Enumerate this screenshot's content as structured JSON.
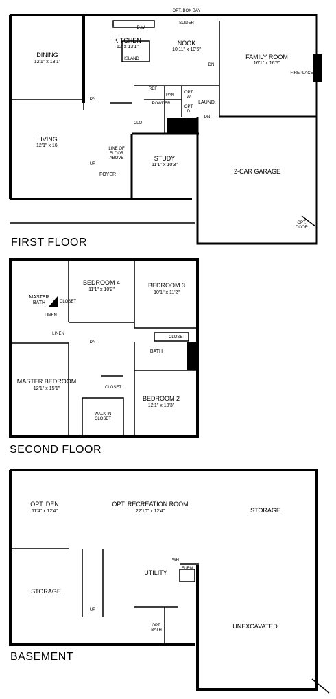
{
  "first_floor": {
    "title": "FIRST FLOOR",
    "opt_box_bay": "OPT. BOX BAY",
    "slider": "SLIDER",
    "dw": "D.W.",
    "kitchen": {
      "name": "KITCHEN",
      "dims": "12' x 13'1\""
    },
    "island": "ISLAND",
    "nook": {
      "name": "NOOK",
      "dims": "10'11\" x 10'6\""
    },
    "dining": {
      "name": "DINING",
      "dims": "12'1\" x 13'1\""
    },
    "family_room": {
      "name": "FAMILY ROOM",
      "dims": "16'1\" x 16'5\""
    },
    "fireplace": "FIREPLACE",
    "dn_family": "DN",
    "ref": "REF",
    "pan": "PAN",
    "powder": "POWDER",
    "opt_w": "OPT\nW",
    "opt_d": "OPT\nD",
    "laund": "LAUND.",
    "dn_laund": "DN",
    "dn_stair": "DN",
    "clo": "CLO",
    "living": {
      "name": "LIVING",
      "dims": "12'1\" x 16'"
    },
    "line_of_floor_above": "LINE OF\nFLOOR\nABOVE",
    "up": "UP",
    "study": {
      "name": "STUDY",
      "dims": "11'1\" x 10'3\""
    },
    "foyer": "FOYER",
    "garage": "2-CAR GARAGE",
    "opt_door": "OPT.\nDOOR"
  },
  "second_floor": {
    "title": "SECOND FLOOR",
    "bedroom4": {
      "name": "BEDROOM 4",
      "dims": "11'1\" x 10'2\""
    },
    "bedroom3": {
      "name": "BEDROOM 3",
      "dims": "10'1\" x 11'2\""
    },
    "master_bath": "MASTER\nBATH",
    "closet_mb": "CLOSET",
    "linen1": "LINEN",
    "linen2": "LINEN",
    "closet_b3": "CLOSET",
    "dn": "DN",
    "bath": "BATH",
    "master_bedroom": {
      "name": "MASTER BEDROOM",
      "dims": "12'1\" x 15'1\""
    },
    "closet_hall": "CLOSET",
    "bedroom2": {
      "name": "BEDROOM 2",
      "dims": "12'1\" x 10'3\""
    },
    "walk_in_closet": "WALK-IN\nCLOSET"
  },
  "basement": {
    "title": "BASEMENT",
    "opt_den": {
      "name": "OPT. DEN",
      "dims": "11'4\" x 12'4\""
    },
    "opt_rec_room": {
      "name": "OPT. RECREATION ROOM",
      "dims": "22'10\" x 12'4\""
    },
    "storage_right": "STORAGE",
    "wh": "WH",
    "furn": "FURN",
    "utility": "UTILITY",
    "storage_left": "STORAGE",
    "up": "UP",
    "opt_bath": "OPT.\nBATH",
    "unexcavated": "UNEXCAVATED"
  }
}
